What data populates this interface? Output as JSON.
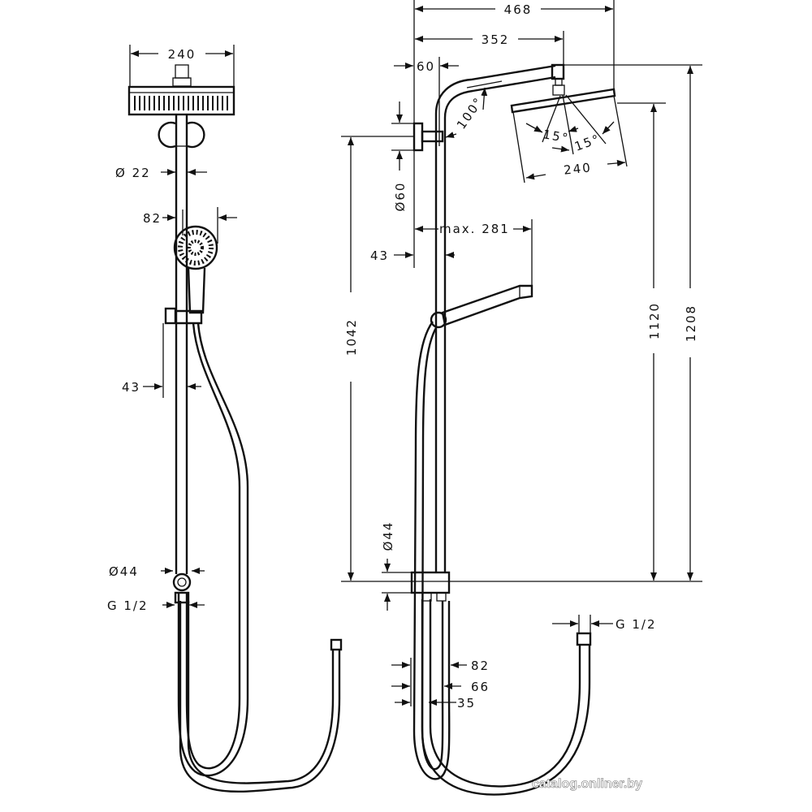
{
  "left_view": {
    "head_width": "240",
    "rail_diameter": "Ø 22",
    "hand_shower_width": "82",
    "rail_offset": "43",
    "connector_diameter": "Ø44",
    "connector_thread": "G 1/2"
  },
  "right_view": {
    "overall_depth": "468",
    "arm_reach": "352",
    "wall_offset": "60",
    "arm_angle": "100°",
    "spray_angle_left": "15°",
    "spray_angle_right": "15°",
    "head_width": "240",
    "bracket_diameter": "Ø60",
    "hand_shower_reach": "max. 281",
    "rail_offset": "43",
    "height_to_bracket": "1042",
    "height_to_head": "1120",
    "overall_height": "1208",
    "connector_diameter": "Ø44",
    "hose_thread": "G 1/2",
    "depth_82": "82",
    "depth_66": "66",
    "depth_35": "35"
  },
  "watermark": "catalog.onliner.by"
}
